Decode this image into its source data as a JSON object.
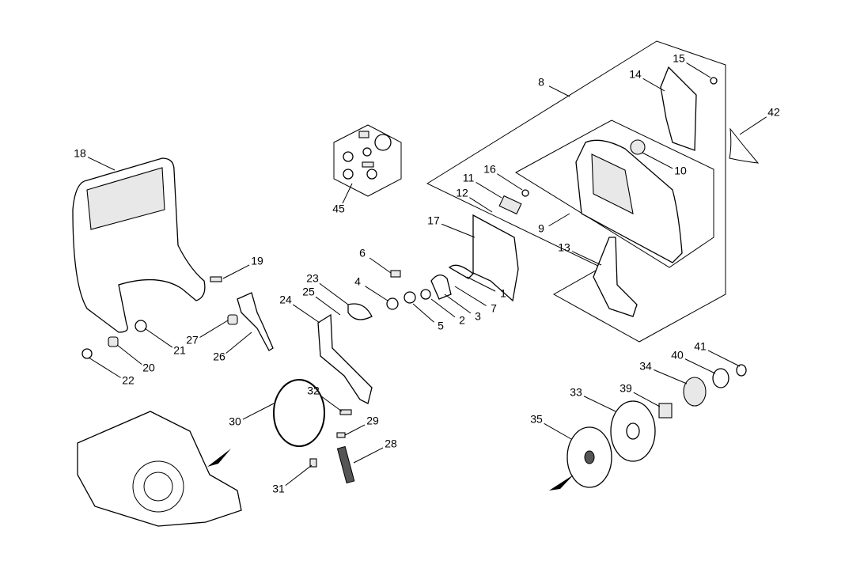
{
  "diagram": {
    "title": "",
    "labels": [
      "8",
      "15",
      "14",
      "42",
      "10",
      "16",
      "11",
      "12",
      "9",
      "17",
      "13",
      "6",
      "23",
      "25",
      "4",
      "1",
      "7",
      "3",
      "2",
      "5",
      "24",
      "19",
      "18",
      "45",
      "27",
      "21",
      "26",
      "20",
      "22",
      "32",
      "29",
      "30",
      "28",
      "31",
      "41",
      "40",
      "34",
      "39",
      "33",
      "35"
    ]
  }
}
